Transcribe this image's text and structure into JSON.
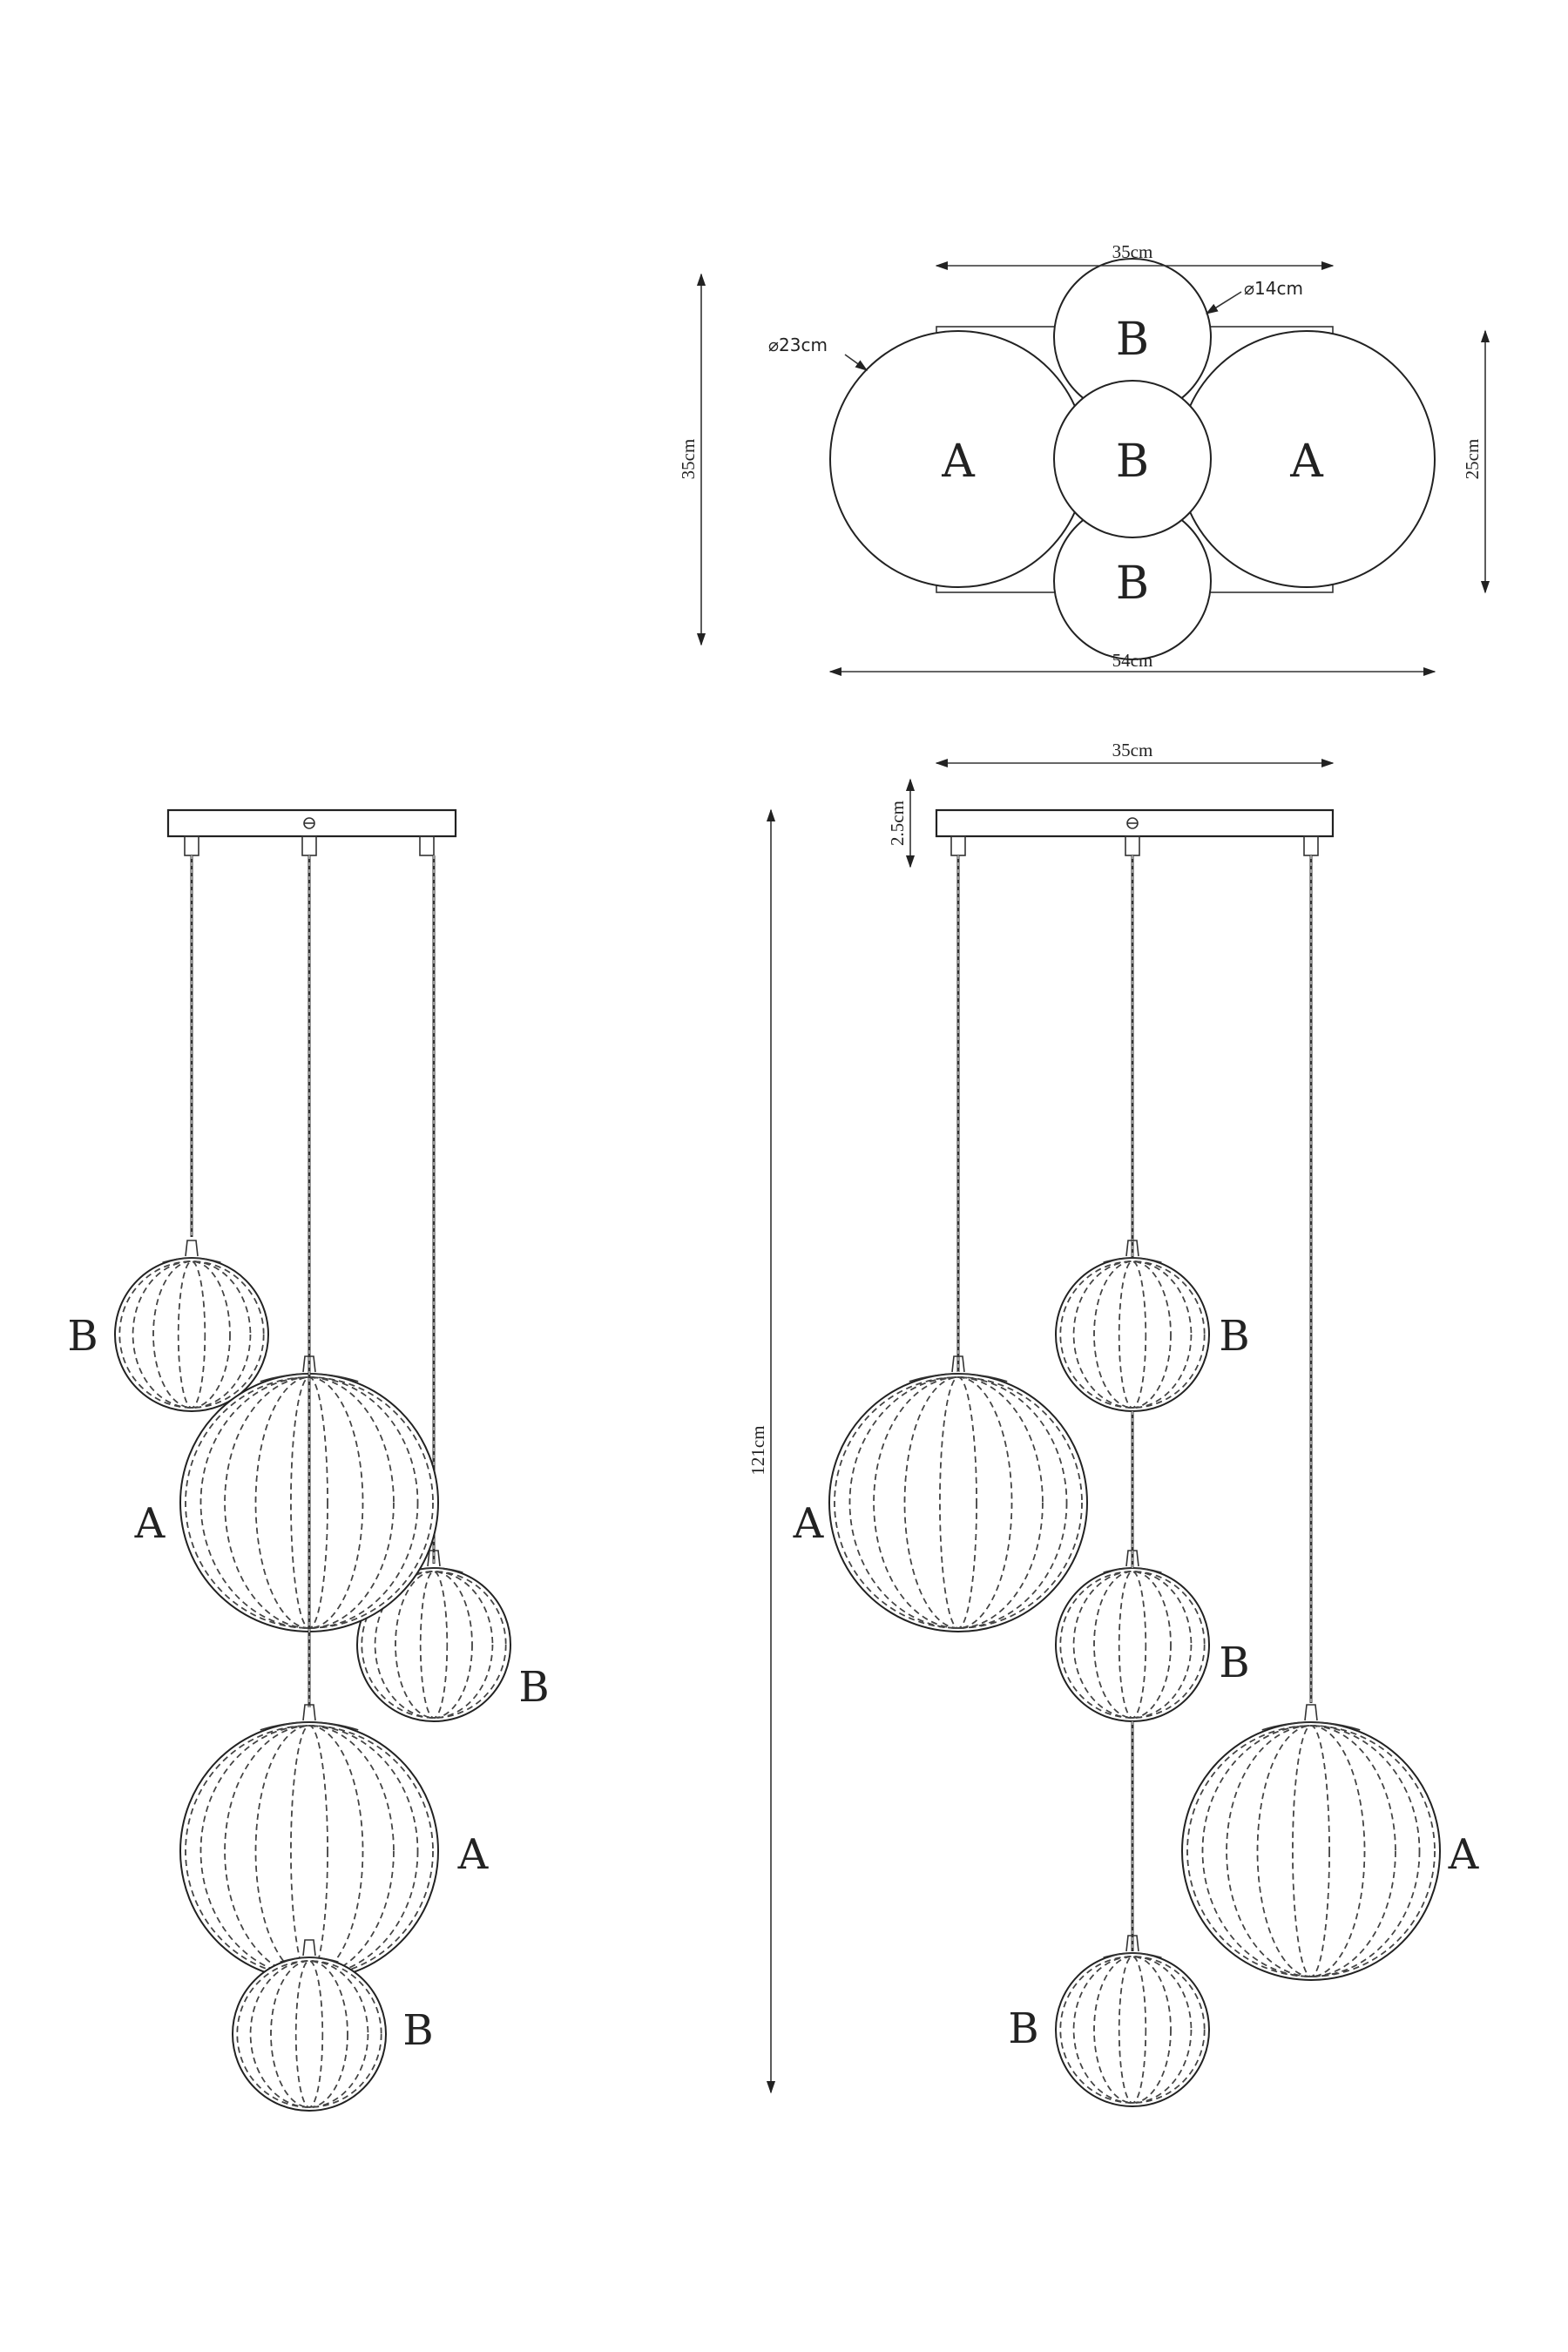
{
  "top_view": {
    "width_label": "35cm",
    "small_diameter_label": "⌀14cm",
    "large_diameter_label": "⌀23cm",
    "height_label": "35cm",
    "right_height_label": "25cm",
    "overall_width_label": "54cm",
    "globe_labels": [
      "A",
      "B",
      "B",
      "B",
      "A"
    ]
  },
  "front_view": {
    "globe_labels": [
      "B",
      "A",
      "B",
      "A",
      "B"
    ]
  },
  "side_view": {
    "canopy_width_label": "35cm",
    "canopy_height_label": "2.5cm",
    "overall_height_label": "121cm",
    "globe_labels": [
      "B",
      "A",
      "B",
      "A",
      "B"
    ]
  },
  "colors": {
    "line": "#222222",
    "background": "#ffffff"
  }
}
